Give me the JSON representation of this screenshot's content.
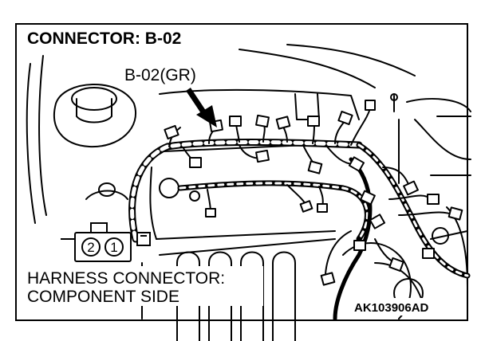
{
  "title": "CONNECTOR: B-02",
  "connector_callout": "B-02(GR)",
  "view_caption": {
    "line1": "HARNESS CONNECTOR:",
    "line2": "COMPONENT SIDE"
  },
  "pins": [
    "2",
    "1"
  ],
  "figure_code": "AK103906AD"
}
